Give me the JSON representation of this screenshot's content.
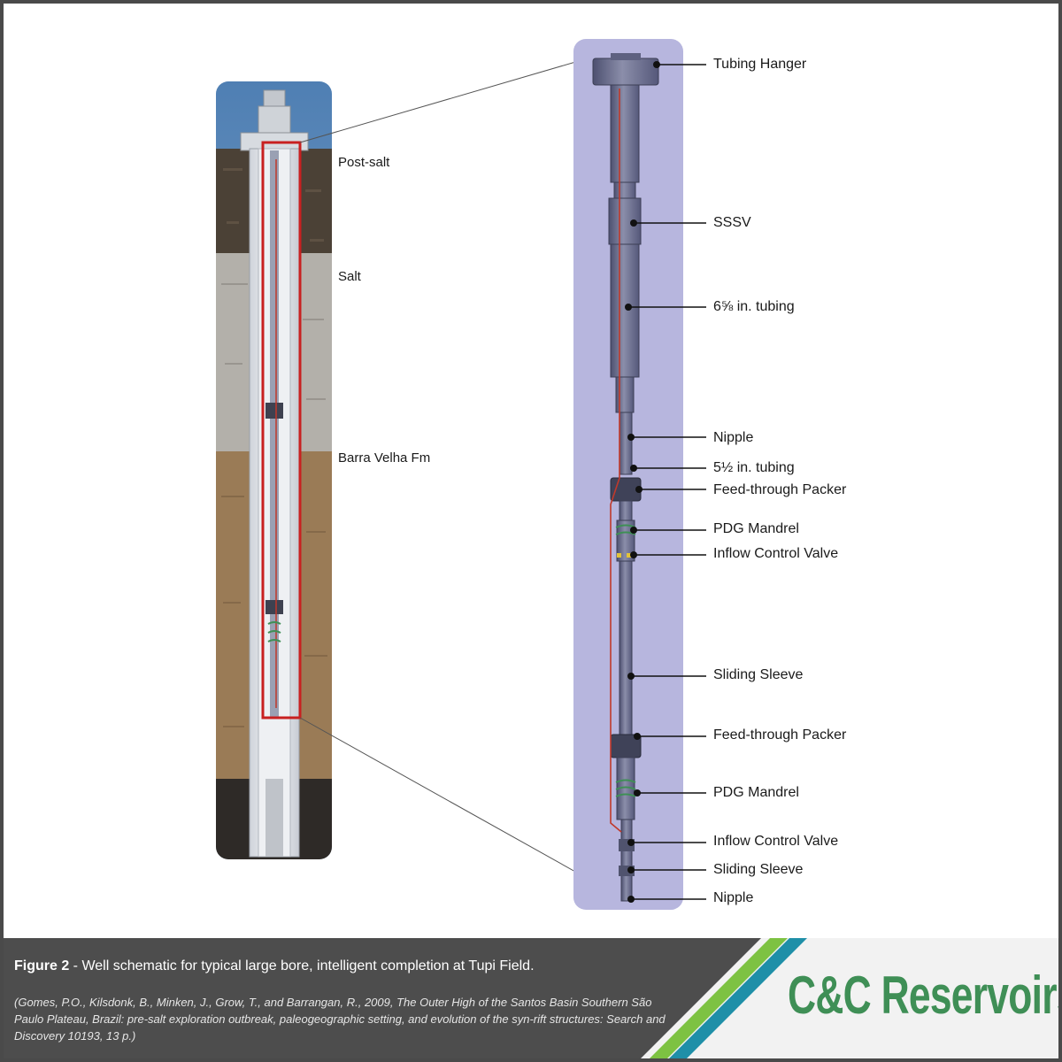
{
  "zones": [
    {
      "label": "Post-salt"
    },
    {
      "label": "Salt"
    },
    {
      "label": "Barra Velha Fm"
    }
  ],
  "components": [
    {
      "label": "Tubing Hanger"
    },
    {
      "label": "SSSV"
    },
    {
      "label": "6⅝ in. tubing"
    },
    {
      "label": "Nipple"
    },
    {
      "label": "5½ in. tubing"
    },
    {
      "label": "Feed-through Packer"
    },
    {
      "label": "PDG Mandrel"
    },
    {
      "label": "Inflow Control Valve"
    },
    {
      "label": "Sliding Sleeve"
    },
    {
      "label": "Feed-through Packer"
    },
    {
      "label": "PDG Mandrel"
    },
    {
      "label": "Inflow Control Valve"
    },
    {
      "label": "Sliding Sleeve"
    },
    {
      "label": "Nipple"
    }
  ],
  "caption": {
    "figure": "Figure 2",
    "text": " - Well schematic for typical large bore, intelligent completion at Tupi Field.",
    "citation": "(Gomes, P.O., Kilsdonk, B., Minken, J., Grow, T., and Barrangan, R., 2009, The Outer High of the Santos Basin Southern São Paulo Plateau, Brazil: pre-salt exploration outbreak, paleogeographic setting, and evolution of the syn-rift structures: Search and Discovery 10193, 13 p.)"
  },
  "logo": {
    "text": "C&C Reservoirs"
  },
  "colors": {
    "panel": "#b7b6de",
    "tubing": "#6b6e8c",
    "control_line": "#c0392b",
    "highlight_box": "#c82020",
    "footer": "#4d4d4d",
    "logo_green": "#3f8f56",
    "stripe_green": "#7dc242",
    "stripe_teal": "#1f8fa8"
  }
}
